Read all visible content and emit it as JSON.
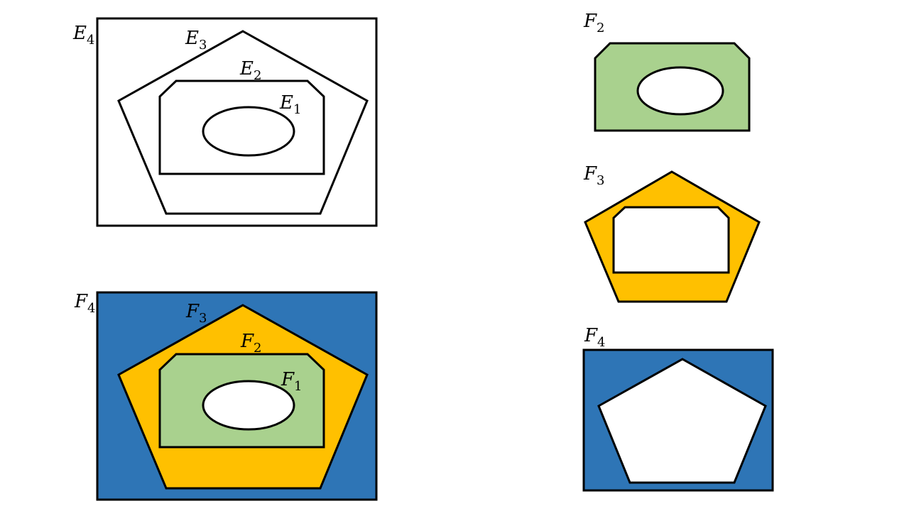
{
  "colors": {
    "F1": "#ffffff",
    "F2": "#a9d18e",
    "F3": "#ffc000",
    "F4": "#2e75b6",
    "stroke": "#000000"
  },
  "labels": {
    "E4": {
      "main": "E",
      "sub": "4"
    },
    "E3": {
      "main": "E",
      "sub": "3"
    },
    "E2": {
      "main": "E",
      "sub": "2"
    },
    "E1": {
      "main": "E",
      "sub": "1"
    },
    "F4a": {
      "main": "F",
      "sub": "4"
    },
    "F3a": {
      "main": "F",
      "sub": "3"
    },
    "F2a": {
      "main": "F",
      "sub": "2"
    },
    "F1a": {
      "main": "F",
      "sub": "1"
    },
    "F2b": {
      "main": "F",
      "sub": "2"
    },
    "F3b": {
      "main": "F",
      "sub": "3"
    },
    "F4b": {
      "main": "F",
      "sub": "4"
    }
  }
}
